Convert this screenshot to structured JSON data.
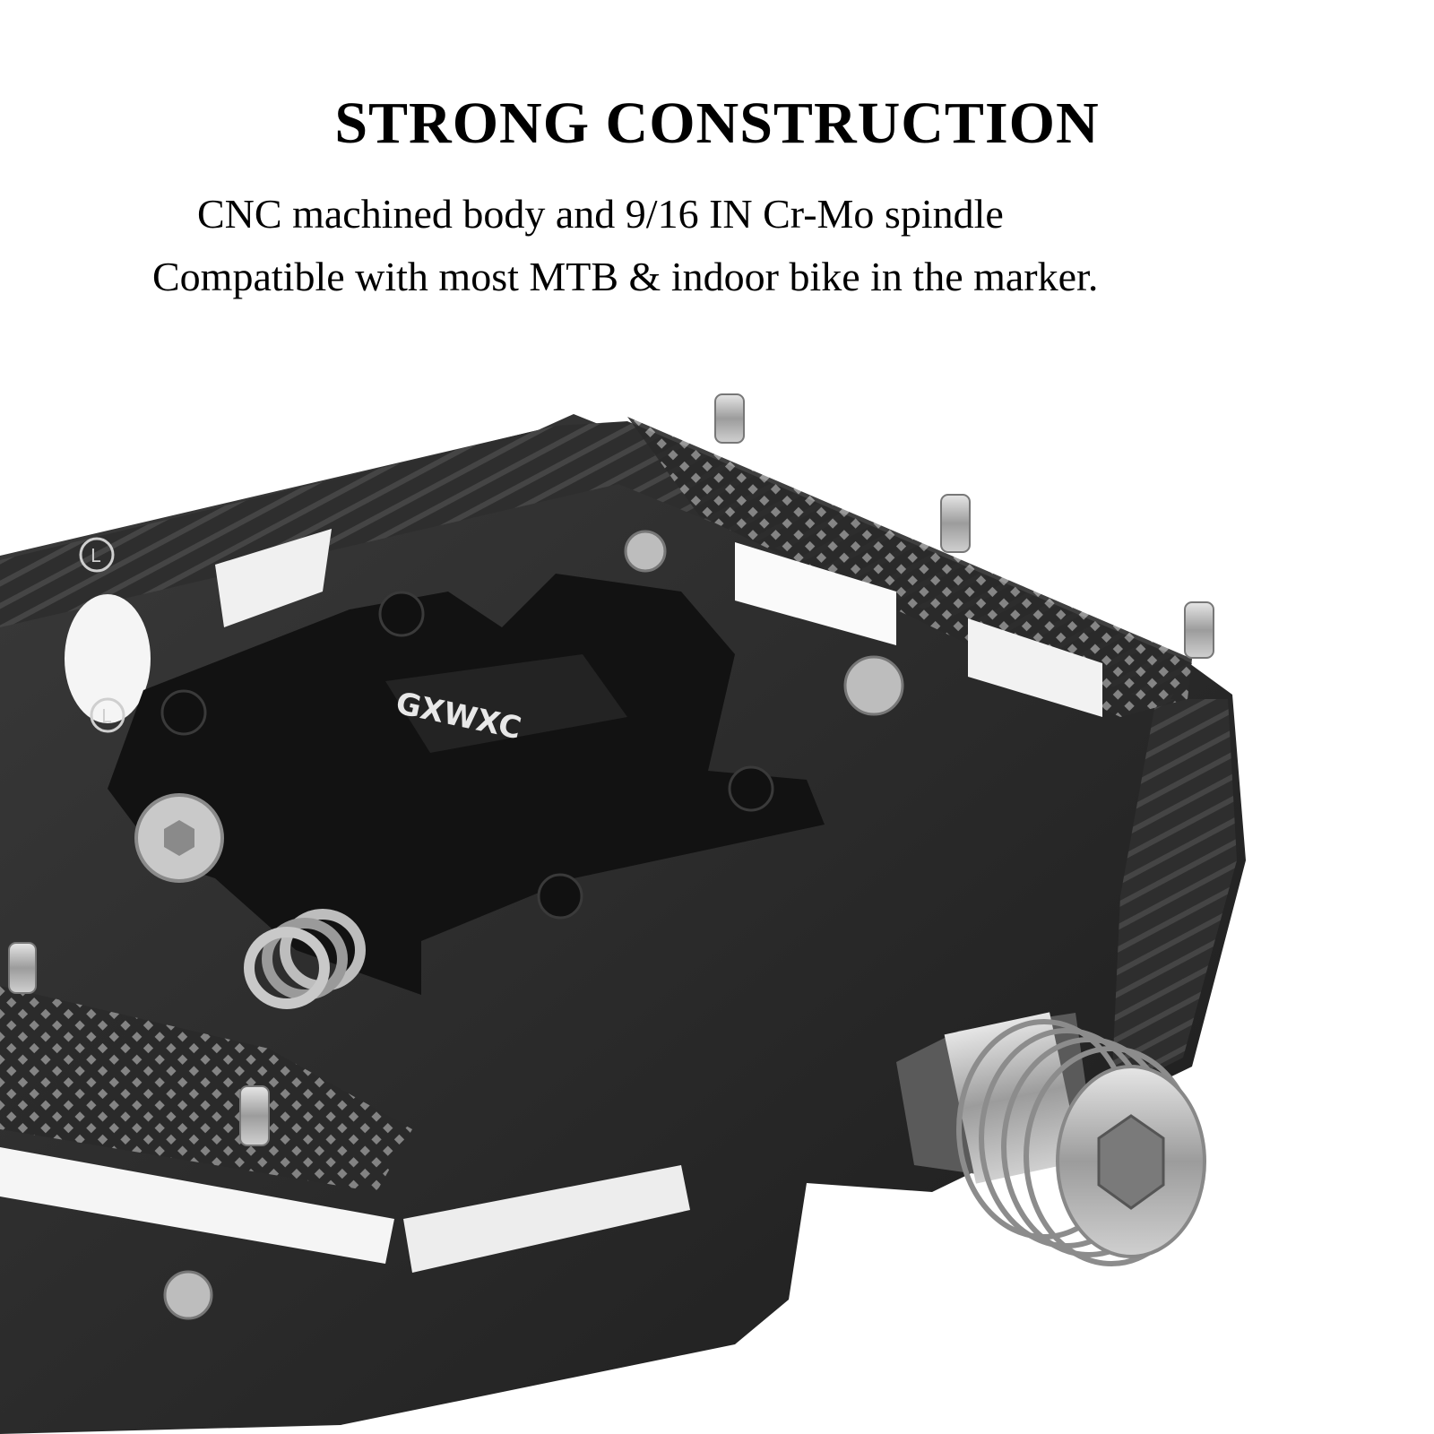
{
  "headline": "STRONG CONSTRUCTION",
  "description": [
    "CNC machined body and 9/16 IN Cr-Mo spindle",
    "Compatible with most MTB & indoor bike in the marker."
  ],
  "product": {
    "brand_logo_text": "GXWXC",
    "side_markings": [
      "L",
      "L"
    ]
  },
  "colors": {
    "background": "#ffffff",
    "body": "#2b2b2b",
    "metal": "#b9b9b9"
  }
}
